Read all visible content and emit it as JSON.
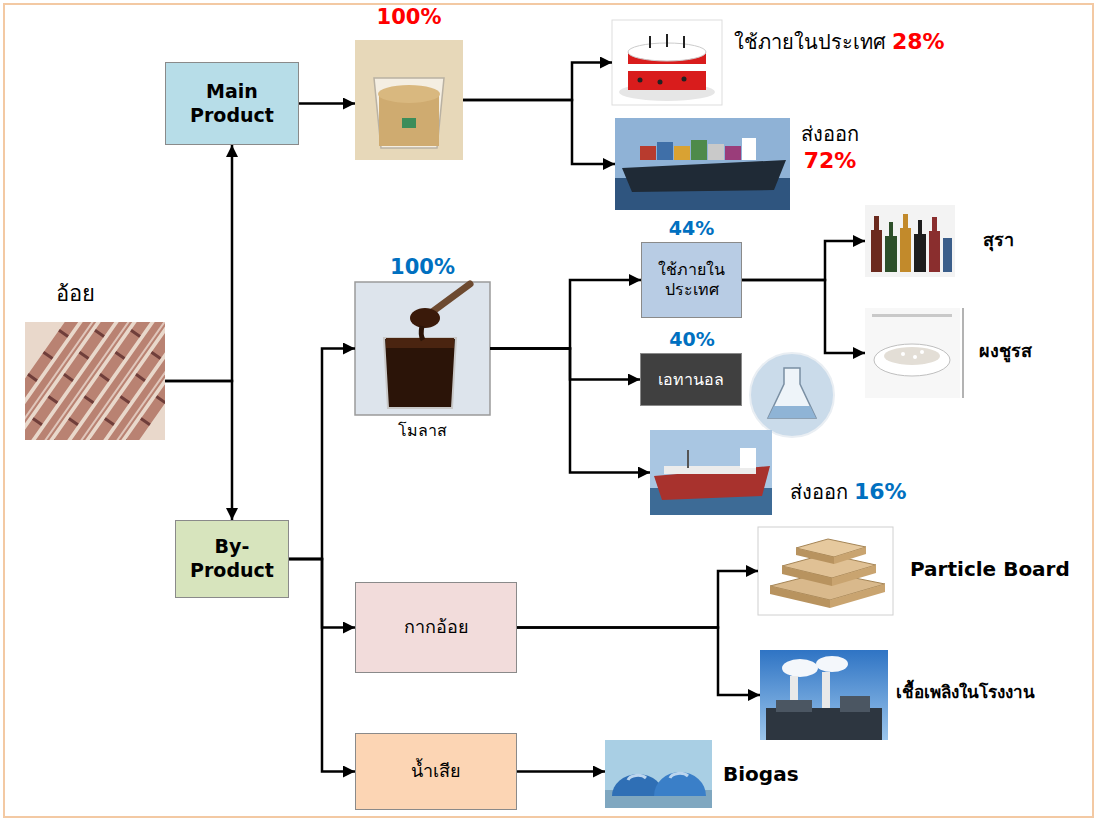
{
  "diagram": {
    "nodes": [
      {
        "text": [
          "อ้อย"
        ]
      },
      {
        "text": [
          "Main Product"
        ]
      },
      {
        "text": [
          "100%"
        ]
      },
      {
        "text": [
          "ใช้ภายในประเทศ",
          "28%"
        ]
      },
      {
        "text": [
          "ส่งออก",
          "72%"
        ]
      },
      {
        "text": [
          "By- Product"
        ]
      },
      {
        "text": [
          "100%",
          "โมลาส"
        ]
      },
      {
        "text": [
          "44%",
          "ใช้ภายใน ประเทศ"
        ]
      },
      {
        "text": [
          "40%",
          "เอทานอล"
        ]
      },
      {
        "text": [
          "สุรา"
        ]
      },
      {
        "text": [
          "ผงชูรส"
        ]
      },
      {
        "text": [
          "ส่งออก",
          "16%"
        ]
      },
      {
        "text": [
          "กากอ้อย"
        ]
      },
      {
        "text": [
          "Particle Board"
        ]
      },
      {
        "text": [
          "เชื้อเพลิงในโรงงาน"
        ]
      },
      {
        "text": [
          "น้ำเสีย"
        ]
      },
      {
        "text": [
          "Biogas"
        ]
      }
    ],
    "edges": [
      {
        "from": 0,
        "to": 1,
        "arrow": "to"
      },
      {
        "from": 0,
        "to": 5,
        "arrow": "to"
      },
      {
        "from": 1,
        "to": 2,
        "arrow": "to"
      },
      {
        "from": 2,
        "to": 3,
        "arrow": "to"
      },
      {
        "from": 2,
        "to": 4,
        "arrow": "to"
      },
      {
        "from": 5,
        "to": 6,
        "arrow": "to"
      },
      {
        "from": 5,
        "to": 12,
        "arrow": "to"
      },
      {
        "from": 5,
        "to": 15,
        "arrow": "to"
      },
      {
        "from": 6,
        "to": 7,
        "arrow": "to"
      },
      {
        "from": 6,
        "to": 8,
        "arrow": "to"
      },
      {
        "from": 6,
        "to": 11,
        "arrow": "to"
      },
      {
        "from": 7,
        "to": 9,
        "arrow": "to"
      },
      {
        "from": 7,
        "to": 10,
        "arrow": "to"
      },
      {
        "from": 12,
        "to": 13,
        "arrow": "to"
      },
      {
        "from": 12,
        "to": 14,
        "arrow": "to"
      },
      {
        "from": 15,
        "to": 16,
        "arrow": "to"
      }
    ]
  }
}
